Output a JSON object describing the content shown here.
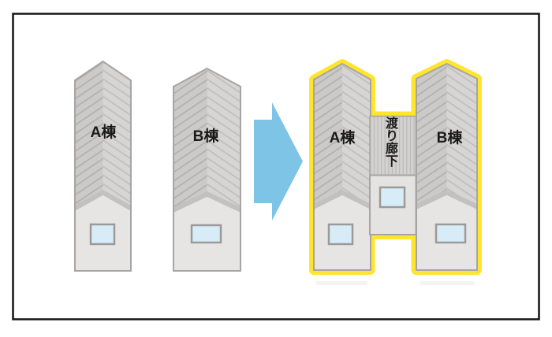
{
  "colors": {
    "highlight_yellow": "#FFE52E",
    "arrow_blue": "#7EC4E7",
    "window_blue": "#D8ECF8"
  },
  "before": {
    "building_a_label": "A棟",
    "building_b_label": "B棟"
  },
  "after": {
    "building_a_label": "A棟",
    "building_b_label": "B棟",
    "corridor_label": "渡り廊下",
    "corridor_chars": [
      "渡",
      "り",
      "廊",
      "下"
    ]
  }
}
